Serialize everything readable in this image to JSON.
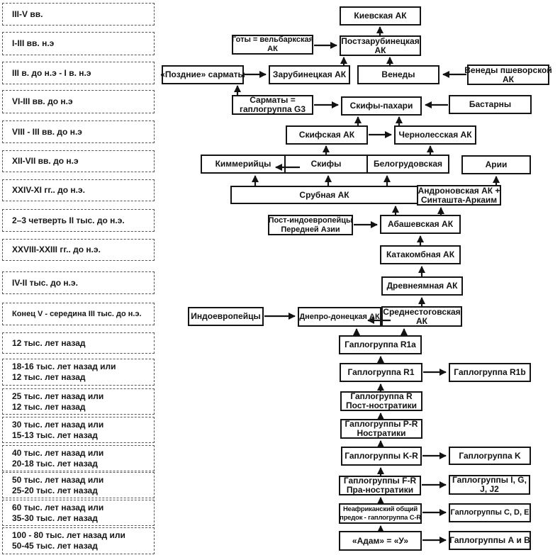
{
  "diagram": {
    "timeline": {
      "items": [
        "III-V вв.",
        "I-III вв. н.э",
        "III в. до н.э - I в. н.э",
        "VI-III вв. до н.э",
        "VIII - III вв. до н.э",
        "XII-VII вв. до н.э",
        "XXIV-XI гг.. до н.э.",
        "2–3 четверть II тыс. до н.э.",
        "XXVIII-XXIII гг.. до н.э.",
        "IV-II тыс. до н.э.",
        "Конец V - середина III тыс. до н.э.",
        "12 тыс. лет назад",
        "18-16 тыс. лет назад или\n12 тыс. лет назад",
        "25 тыс. лет назад или\n12 тыс. лет назад",
        "30 тыс. лет назад или\n15-13 тыс. лет назад",
        "40 тыс. лет назад или\n20-18 тыс. лет назад",
        "50 тыс. лет назад или\n25-20 тыс. лет назад",
        "60 тыс. лет назад или\n35-30 тыс. лет назад",
        "100 - 80 тыс. лет назад или\n50-45 тыс. лет назад"
      ]
    },
    "nodes": {
      "kievskaya": "Киевская АК",
      "goty": "Готы = вельбаркская\nАК",
      "postzarub": "Постзарубинецкая\nАК",
      "pozdnie_sarmaty": "«Поздние» сарматы",
      "zarubineckaya": "Зарубинецкая АК",
      "venedy": "Венеды",
      "venedy_pshevor": "Венеды пшеворской\nАК",
      "sarmaty_g3": "Сарматы =\nгаплогруппа G3",
      "skify_pakhari": "Скифы-пахари",
      "bastarny": "Бастарны",
      "skifskaya": "Скифская АК",
      "chernolesskaya": "Чернолесская АК",
      "kimmeriytsy": "Киммерийцы",
      "skify": "Скифы",
      "belogrudovskaya": "Белогрудовская",
      "arii": "Арии",
      "srubnaya": "Срубная АК",
      "andronovskaya": "Андроновская АК +\nСинташта-Аркаим",
      "post_indo": "Пост-индоевропейцы\nПередней Азии",
      "abashevskaya": "Абашевская АК",
      "katakombnaya": "Катакомбная АК",
      "drevneyamnaya": "Древнеямная АК",
      "indoevropeytsy": "Индоевропейцы",
      "dnepro_doneckaya": "Днепро-донецкая АК",
      "srednestogovskaya": "Среднестоговская\nАК",
      "r1a": "Гаплогруппа R1a",
      "r1": "Гаплогруппа R1",
      "r1b": "Гаплогруппа R1b",
      "r_post_nostratiki": "Гаплогруппа R\nПост-ностратики",
      "pr_nostratiki": "Гаплогруппы P-R\nНостратики",
      "kr": "Гаплогруппы K-R",
      "k": "Гаплогруппа K",
      "fr_pra_nostratiki": "Гаплогруппы F-R\nПра-ностратики",
      "igjj2": "Гаплогруппы I, G,\nJ, J2",
      "neafrikanskiy": "Неафриканский общий\nпредок - гаплогруппа C-R",
      "cde": "Гаплогруппы C, D, E",
      "adam": "«Адам» = «У»",
      "ab": "Гаплогруппы А и В"
    }
  }
}
